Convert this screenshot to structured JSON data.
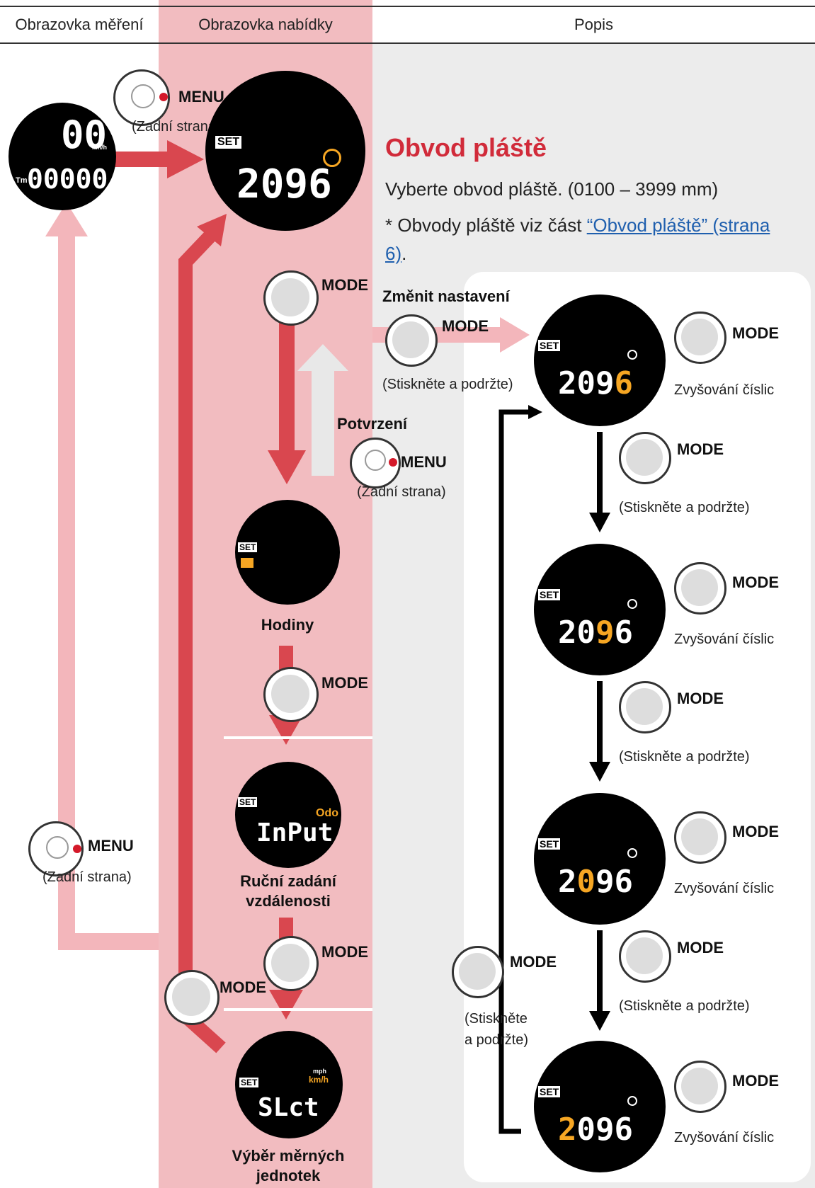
{
  "header": {
    "col_measure": "Obrazovka měření",
    "col_menu": "Obrazovka nabídky",
    "col_desc": "Popis"
  },
  "buttons": {
    "menu": "MENU",
    "mode": "MODE",
    "back_side": "(Zadní strana)",
    "press_hold": "(Stiskněte a podržte)",
    "press_hold_l1": "(Stiskněte",
    "press_hold_l2": "a podržte)"
  },
  "measure_screen": {
    "speed": "00",
    "unit": "km/h",
    "tm": "Tm",
    "time": "00000"
  },
  "menu_screens": {
    "set": "SET",
    "wheel_value": "2096",
    "clock_label": "Hodiny",
    "input_text": "InPut",
    "input_odo": "Odo",
    "input_label_l1": "Ruční zadání",
    "input_label_l2": "vzdálenosti",
    "unit_mph": "mph",
    "unit_kmh": "km/h",
    "unit_text": "SLct",
    "unit_label_l1": "Výběr měrných",
    "unit_label_l2": "jednotek"
  },
  "description": {
    "title": "Obvod pláště",
    "line1": "Vyberte obvod pláště. (0100 – 3999 mm)",
    "note_prefix": "* Obvody pláště viz část ",
    "note_link_l1": "“Obvod pláště” (strana",
    "note_link_l2": "6)",
    "note_suffix": ".",
    "change_setting": "Změnit nastavení",
    "confirm": "Potvrzení",
    "increase_digits": "Zvyšování číslic"
  },
  "digit_screens": [
    {
      "d1": "2",
      "d2": "0",
      "d3": "9",
      "d4": "6",
      "highlight": 3
    },
    {
      "d1": "2",
      "d2": "0",
      "d3": "9",
      "d4": "6",
      "highlight": 2
    },
    {
      "d1": "2",
      "d2": "0",
      "d3": "9",
      "d4": "6",
      "highlight": 1
    },
    {
      "d1": "2",
      "d2": "0",
      "d3": "9",
      "d4": "6",
      "highlight": 0
    }
  ],
  "colors": {
    "menu_bg": "#f2bcc0",
    "arrow_red": "#d9474f",
    "arrow_pink": "#f3b6bb",
    "title_red": "#d12b3a",
    "digit_orange": "#f6a623"
  }
}
